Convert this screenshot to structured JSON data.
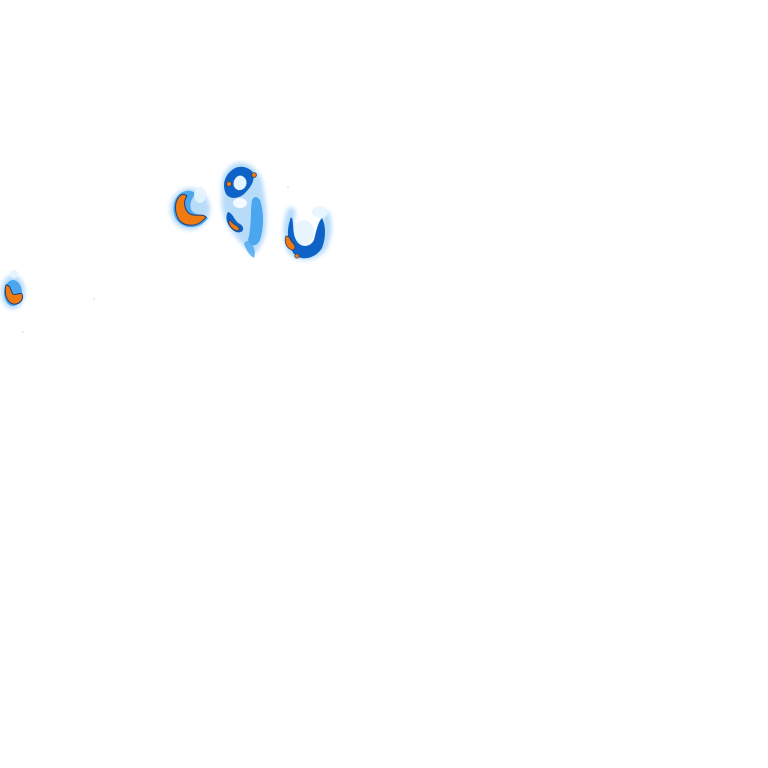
{
  "map": {
    "type": "radar-precipitation-tile",
    "background_color": "#ffffff",
    "intensity_colors": {
      "very_light": "#e6f4ff",
      "light": "#b7dcfa",
      "moderate": "#4aa6ee",
      "heavy": "#0f63c6",
      "intense": "#f07a12",
      "edge": "#1f3f7a"
    },
    "cells": [
      {
        "id": "cell-west-edge",
        "intensity": "intense"
      },
      {
        "id": "cell-c-shape",
        "intensity": "intense"
      },
      {
        "id": "cell-central-cluster",
        "intensity": "intense"
      },
      {
        "id": "cell-u-shape",
        "intensity": "intense"
      }
    ]
  }
}
